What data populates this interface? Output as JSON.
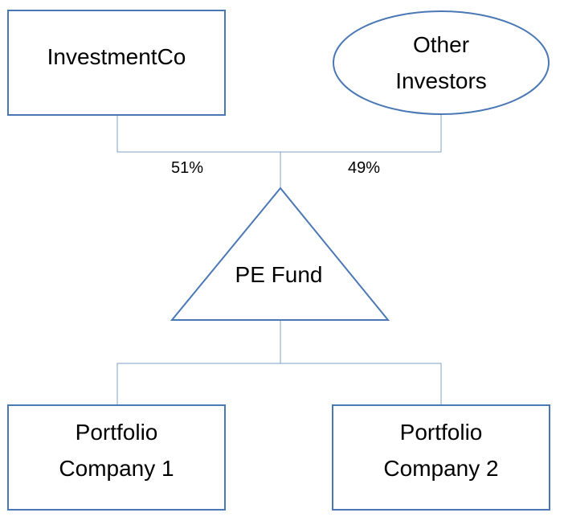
{
  "nodes": {
    "investmentco": {
      "label": "InvestmentCo"
    },
    "other_investors": {
      "line1": "Other",
      "line2": "Investors"
    },
    "pe_fund": {
      "label": "PE Fund"
    },
    "portfolio_1": {
      "line1": "Portfolio",
      "line2": "Company 1"
    },
    "portfolio_2": {
      "line1": "Portfolio",
      "line2": "Company 2"
    }
  },
  "edges": {
    "investmentco_stake": "51%",
    "other_investors_stake": "49%"
  },
  "colors": {
    "shape_stroke": "#4a78b5",
    "connector": "#7fa0c8",
    "text": "#000000",
    "background": "#ffffff"
  }
}
